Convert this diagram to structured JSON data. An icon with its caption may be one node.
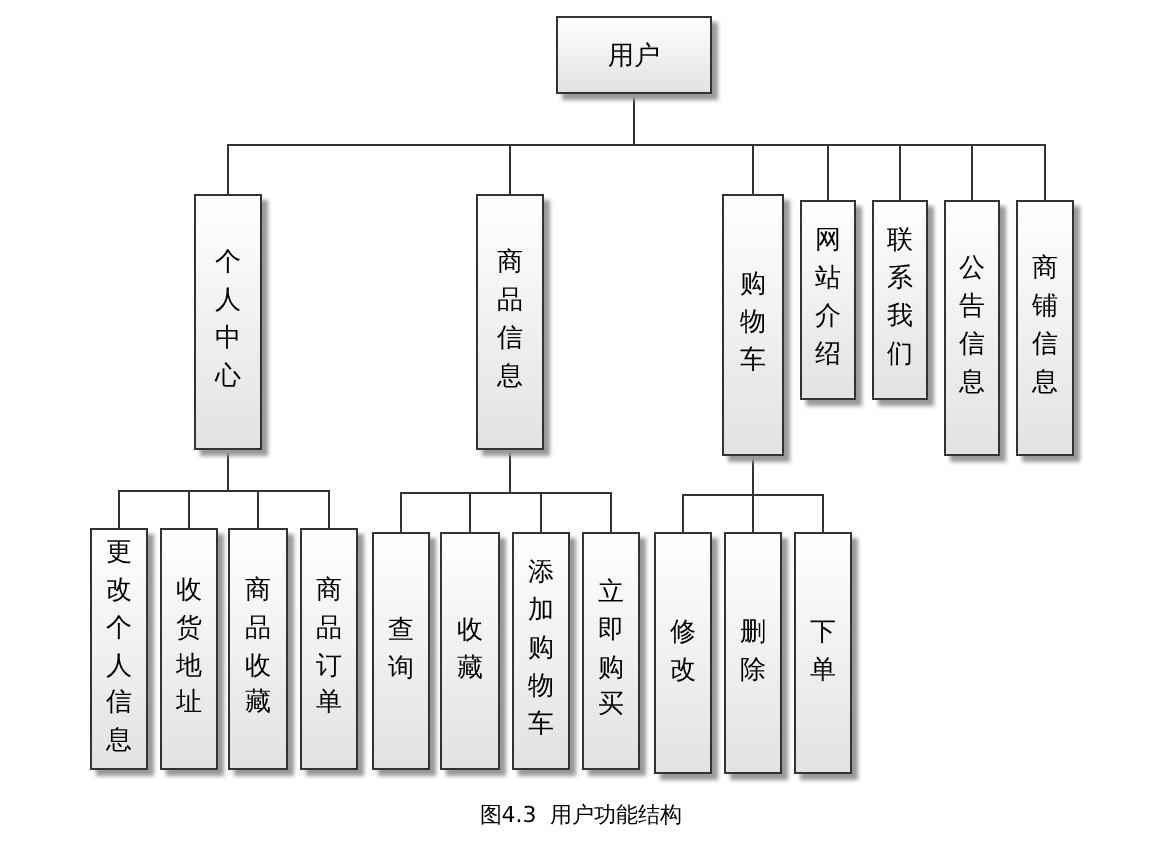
{
  "diagram": {
    "caption": "图4.3  用户功能结构",
    "nodes": [
      {
        "text": [
          "用户"
        ]
      },
      {
        "text": [
          "个人中心"
        ]
      },
      {
        "text": [
          "商品信息"
        ]
      },
      {
        "text": [
          "购物车"
        ]
      },
      {
        "text": [
          "网站介绍"
        ]
      },
      {
        "text": [
          "联系我们"
        ]
      },
      {
        "text": [
          "公告信息"
        ]
      },
      {
        "text": [
          "商铺信息"
        ]
      },
      {
        "text": [
          "更改个人信息"
        ]
      },
      {
        "text": [
          "收货地址"
        ]
      },
      {
        "text": [
          "商品收藏"
        ]
      },
      {
        "text": [
          "商品订单"
        ]
      },
      {
        "text": [
          "查询"
        ]
      },
      {
        "text": [
          "收藏"
        ]
      },
      {
        "text": [
          "添加购物车"
        ]
      },
      {
        "text": [
          "立即购买"
        ]
      },
      {
        "text": [
          "修改"
        ]
      },
      {
        "text": [
          "删除"
        ]
      },
      {
        "text": [
          "下单"
        ]
      }
    ],
    "edges": [
      {
        "from": 0,
        "to": 1,
        "arrow": "none"
      },
      {
        "from": 0,
        "to": 2,
        "arrow": "none"
      },
      {
        "from": 0,
        "to": 3,
        "arrow": "none"
      },
      {
        "from": 0,
        "to": 4,
        "arrow": "none"
      },
      {
        "from": 0,
        "to": 5,
        "arrow": "none"
      },
      {
        "from": 0,
        "to": 6,
        "arrow": "none"
      },
      {
        "from": 0,
        "to": 7,
        "arrow": "none"
      },
      {
        "from": 1,
        "to": 8,
        "arrow": "none"
      },
      {
        "from": 1,
        "to": 9,
        "arrow": "none"
      },
      {
        "from": 1,
        "to": 10,
        "arrow": "none"
      },
      {
        "from": 1,
        "to": 11,
        "arrow": "none"
      },
      {
        "from": 2,
        "to": 12,
        "arrow": "none"
      },
      {
        "from": 2,
        "to": 13,
        "arrow": "none"
      },
      {
        "from": 2,
        "to": 14,
        "arrow": "none"
      },
      {
        "from": 2,
        "to": 15,
        "arrow": "none"
      },
      {
        "from": 3,
        "to": 16,
        "arrow": "none"
      },
      {
        "from": 3,
        "to": 17,
        "arrow": "none"
      },
      {
        "from": 3,
        "to": 18,
        "arrow": "none"
      }
    ]
  }
}
